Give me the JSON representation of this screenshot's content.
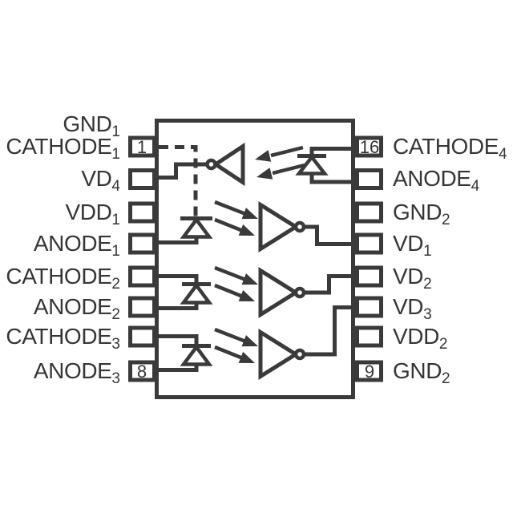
{
  "diagram": {
    "kind": "ic-pin-configuration",
    "pin_count": 16,
    "visible_pin_numbers": [
      "1",
      "8",
      "9",
      "16"
    ]
  },
  "colors": {
    "line": "#3a3a3a",
    "text": "#363636",
    "background": "#ffffff"
  },
  "pins": {
    "left": [
      {
        "number": "",
        "label_main": "GND",
        "label_sub": "1",
        "has_box": false
      },
      {
        "number": "1",
        "label_main": "CATHODE",
        "label_sub": "1",
        "has_box": true
      },
      {
        "number": "",
        "label_main": "VD",
        "label_sub": "4",
        "has_box": true
      },
      {
        "number": "",
        "label_main": "VDD",
        "label_sub": "1",
        "has_box": true
      },
      {
        "number": "",
        "label_main": "ANODE",
        "label_sub": "1",
        "has_box": true
      },
      {
        "number": "",
        "label_main": "CATHODE",
        "label_sub": "2",
        "has_box": true
      },
      {
        "number": "",
        "label_main": "ANODE",
        "label_sub": "2",
        "has_box": true
      },
      {
        "number": "",
        "label_main": "CATHODE",
        "label_sub": "3",
        "has_box": true
      },
      {
        "number": "8",
        "label_main": "ANODE",
        "label_sub": "3",
        "has_box": true
      }
    ],
    "right": [
      {
        "number": "16",
        "label_main": "CATHODE",
        "label_sub": "4",
        "has_box": true
      },
      {
        "number": "",
        "label_main": "ANODE",
        "label_sub": "4",
        "has_box": true
      },
      {
        "number": "",
        "label_main": "GND",
        "label_sub": "2",
        "has_box": true
      },
      {
        "number": "",
        "label_main": "VD",
        "label_sub": "1",
        "has_box": true
      },
      {
        "number": "",
        "label_main": "VD",
        "label_sub": "2",
        "has_box": true
      },
      {
        "number": "",
        "label_main": "VD",
        "label_sub": "3",
        "has_box": true
      },
      {
        "number": "",
        "label_main": "VDD",
        "label_sub": "2",
        "has_box": true
      },
      {
        "number": "9",
        "label_main": "GND",
        "label_sub": "2",
        "has_box": true
      }
    ]
  },
  "channels": [
    {
      "number": 1,
      "emitter_pins": "CATHODE1 / ANODE1",
      "output_pin": "VD1",
      "light_direction": "right"
    },
    {
      "number": 2,
      "emitter_pins": "CATHODE2 / ANODE2",
      "output_pin": "VD2",
      "light_direction": "right"
    },
    {
      "number": 3,
      "emitter_pins": "CATHODE3 / ANODE3",
      "output_pin": "VD3",
      "light_direction": "right"
    },
    {
      "number": 4,
      "emitter_pins": "CATHODE4 / ANODE4",
      "output_pin": "VD4",
      "light_direction": "left"
    }
  ]
}
